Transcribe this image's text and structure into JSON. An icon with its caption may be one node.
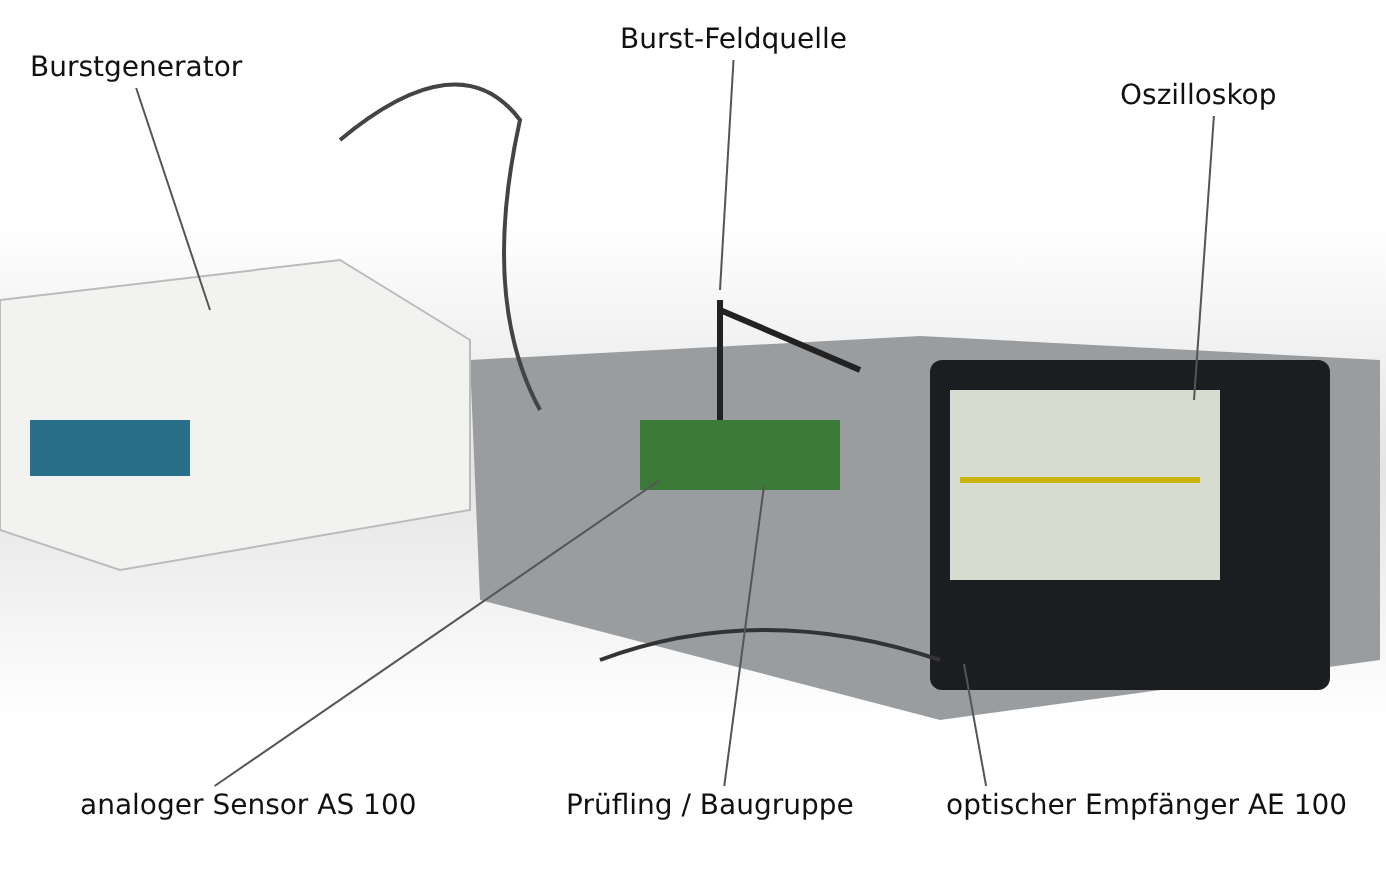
{
  "diagram": {
    "nodes": [
      {
        "text": [
          "Burstgenerator"
        ]
      },
      {
        "text": [
          "Burst-Feldquelle"
        ]
      },
      {
        "text": [
          "Oszilloskop"
        ]
      },
      {
        "text": [
          "analoger Sensor AS 100"
        ]
      },
      {
        "text": [
          "Prüfling / Baugruppe"
        ]
      },
      {
        "text": [
          "optischer Empfänger AE 100"
        ]
      }
    ],
    "edges": [
      {
        "from": 0,
        "to": null,
        "arrow": "none"
      },
      {
        "from": 1,
        "to": null,
        "arrow": "none"
      },
      {
        "from": 2,
        "to": null,
        "arrow": "none"
      },
      {
        "from": 3,
        "to": null,
        "arrow": "none"
      },
      {
        "from": 4,
        "to": null,
        "arrow": "none"
      },
      {
        "from": 5,
        "to": null,
        "arrow": "none"
      }
    ]
  }
}
